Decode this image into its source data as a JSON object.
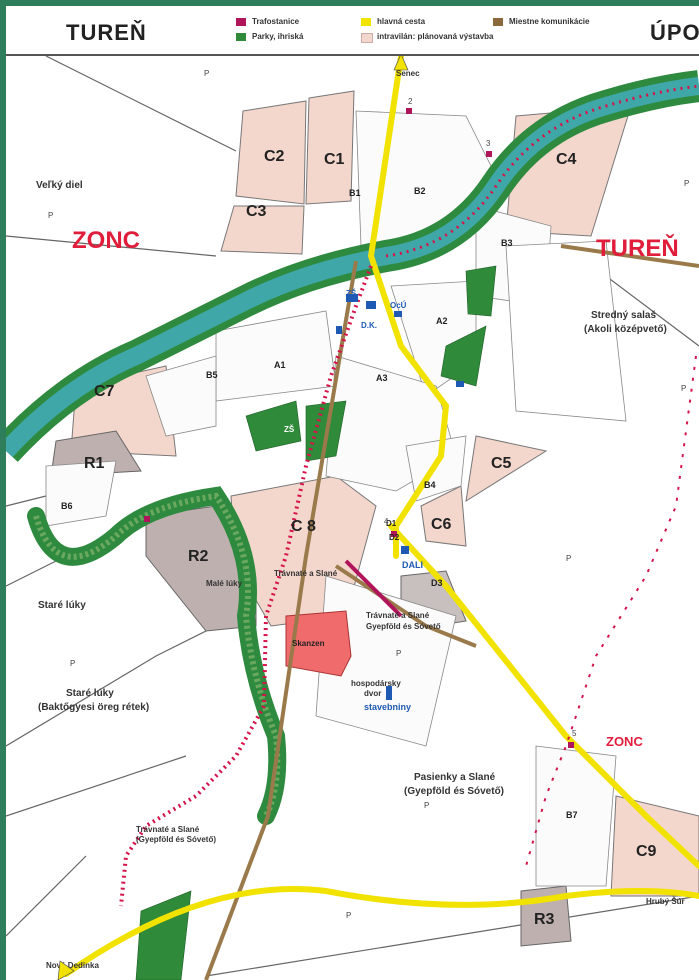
{
  "header": {
    "title_left": "TUREŇ",
    "title_right": "ÚPO",
    "legend": [
      {
        "label": "Trafostanice",
        "color": "#b0145a"
      },
      {
        "label": "Parky, ihriská",
        "color": "#2f8a3a"
      },
      {
        "label": "hlavná cesta",
        "color": "#f2e200"
      },
      {
        "label": "intravilán: plánovaná výstavba",
        "color": "#f4d7cc"
      },
      {
        "label": "Miestne komunikácie",
        "color": "#8a6a3a"
      }
    ]
  },
  "map": {
    "colors": {
      "river": "#3fa7a8",
      "river_edge": "#2e8a3e",
      "main_road": "#f2e200",
      "local_road": "#9a7a4a",
      "planned": "#f4d7cc",
      "reserved": "#bdb0ae",
      "park": "#2f8a3a",
      "dots": "#d4144a",
      "salmon": "#f06b6b"
    },
    "zones": [
      {
        "id": "c2",
        "label": "C2"
      },
      {
        "id": "c1",
        "label": "C1"
      },
      {
        "id": "c3",
        "label": "C3"
      },
      {
        "id": "c4",
        "label": "C4"
      },
      {
        "id": "b1",
        "label": "B1"
      },
      {
        "id": "b2",
        "label": "B2"
      },
      {
        "id": "b3",
        "label": "B3"
      },
      {
        "id": "a1",
        "label": "A1"
      },
      {
        "id": "a2",
        "label": "A2"
      },
      {
        "id": "a3",
        "label": "A3"
      },
      {
        "id": "b5",
        "label": "B5"
      },
      {
        "id": "b4",
        "label": "B4"
      },
      {
        "id": "c7",
        "label": "C7"
      },
      {
        "id": "r1",
        "label": "R1"
      },
      {
        "id": "b6",
        "label": "B6"
      },
      {
        "id": "c5",
        "label": "C5"
      },
      {
        "id": "c6",
        "label": "C6"
      },
      {
        "id": "c8",
        "label": "C 8"
      },
      {
        "id": "r2",
        "label": "R2"
      },
      {
        "id": "d1",
        "label": "D1"
      },
      {
        "id": "d2",
        "label": "D2"
      },
      {
        "id": "d3",
        "label": "D3"
      },
      {
        "id": "b7",
        "label": "B7"
      },
      {
        "id": "c9",
        "label": "C9"
      },
      {
        "id": "r3",
        "label": "R3"
      }
    ],
    "place_names": {
      "velky_diel": "Veľký diel",
      "zonc_big": "ZONC",
      "turen_big": "TUREŇ",
      "stredny_salas": "Stredný salaš",
      "akoli": "(Akoli középvető)",
      "stare_luky_1": "Staré lúky",
      "stare_luky_2": "Staré lúky",
      "baktogyesi": "(Baktőgyesi öreg rétek)",
      "male_luky": "Malé lúky",
      "travnate_1": "Trávnaté a Slané",
      "travnate_2": "Trávnaté a Slané",
      "gyepfold_2": "Gyepföld és Sóvető",
      "travnate_3": "Trávnaté a Slané",
      "gyepfold_3": "(Gyepföld és Sóvető)",
      "pasienky": "Pasienky a Slané",
      "gyepfold_4": "(Gyepföld és Sóvető)",
      "zonc_small": "ZONC",
      "senec": "Senec",
      "nova_dedinka": "Nová Dedinka",
      "hruby_sur": "Hrubý Šúr",
      "hospodarsky": "hospodársky",
      "dvor": "dvor",
      "stavebniny": "stavebniny",
      "skanzen": "Skanzen",
      "dali": "DALI",
      "ocu": "OcÚ",
      "dom": "D.K.",
      "zs": "ZŠ",
      "zs2": "ZŠ"
    },
    "markers": {
      "p": "P",
      "num2": "2",
      "num3": "3",
      "num4": "4",
      "num5": "5"
    }
  }
}
